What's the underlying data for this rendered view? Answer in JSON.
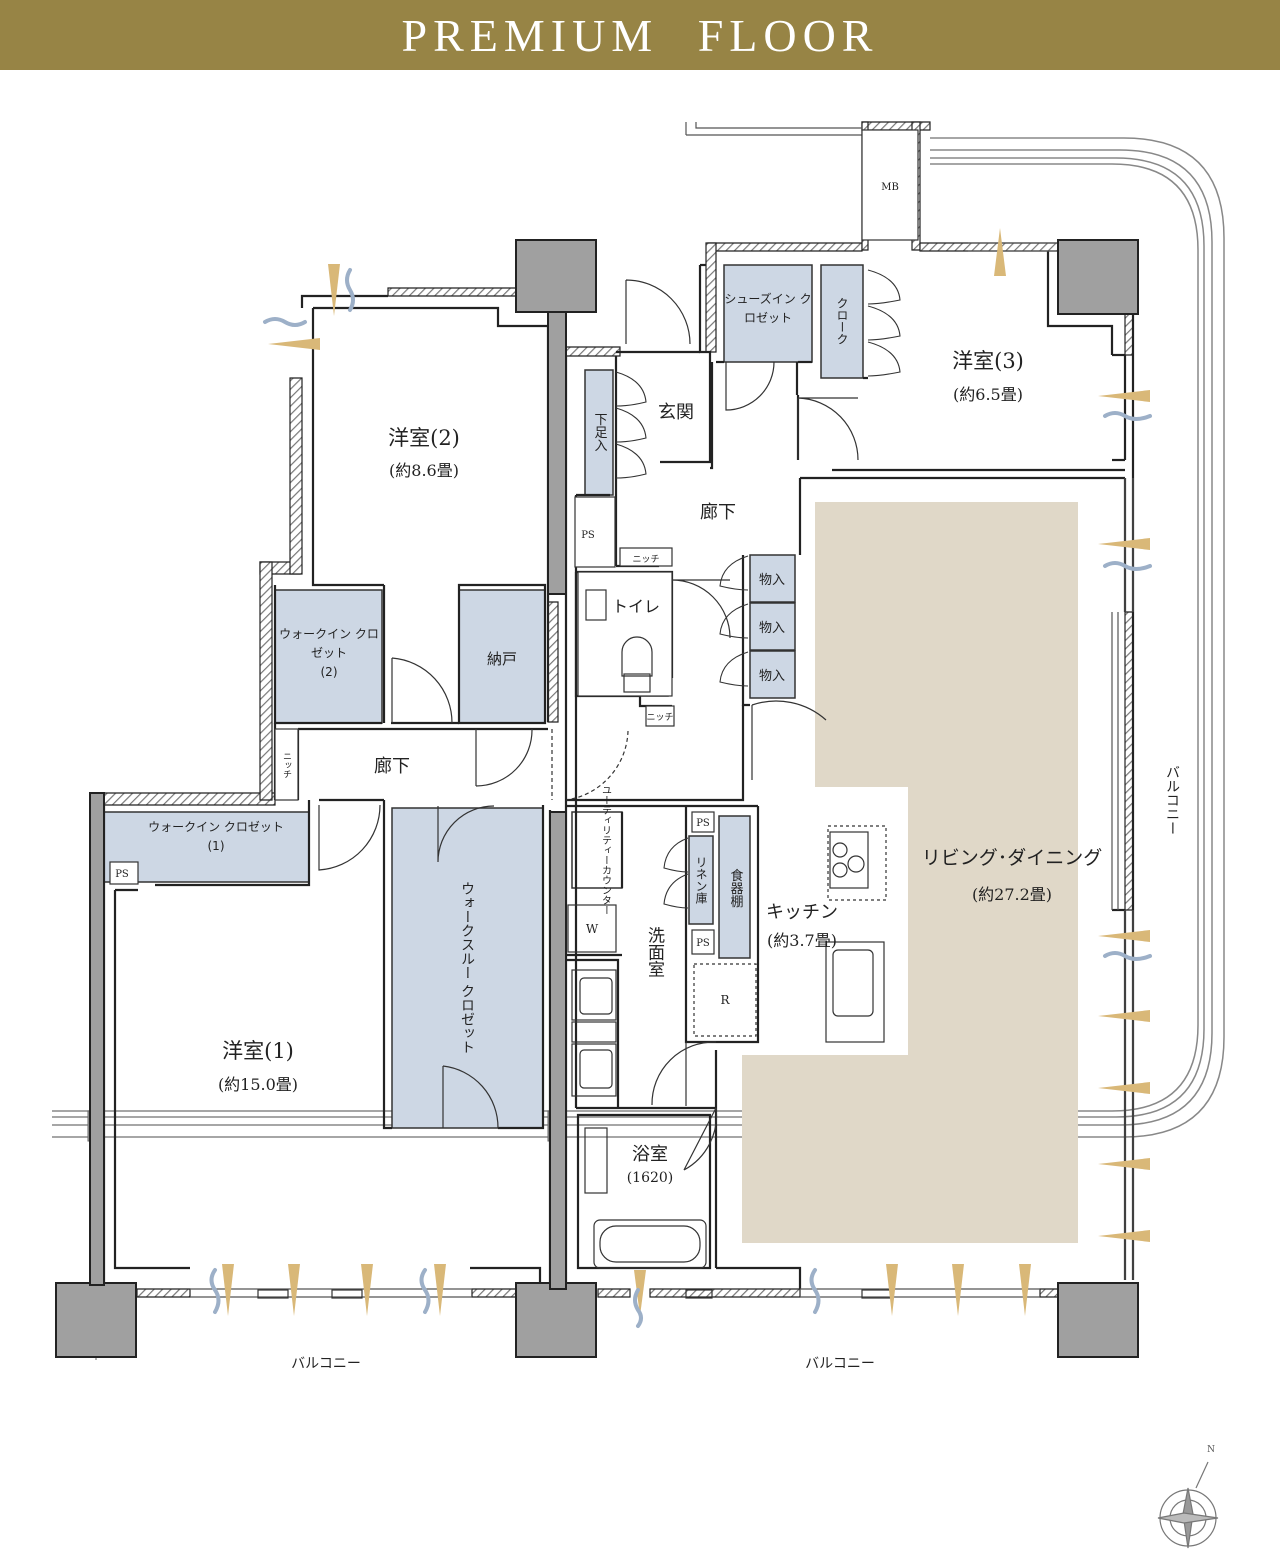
{
  "header": {
    "title": "PREMIUM FLOOR"
  },
  "colors": {
    "banner": "#978445",
    "storage": "#cdd7e4",
    "living_floor": "#e0d8c8",
    "wall": "#222222",
    "hatch": "#9a9a9a",
    "column": "#a0a0a0",
    "vent_tan": "#d9b878",
    "vent_blue": "#9db0c8"
  },
  "rooms": {
    "western_2": {
      "name": "洋室(2)",
      "size": "(約8.6畳)"
    },
    "western_3": {
      "name": "洋室(3)",
      "size": "(約6.5畳)"
    },
    "western_1": {
      "name": "洋室(1)",
      "size": "(約15.0畳)"
    },
    "living": {
      "name": "リビング･ダイニング",
      "size": "(約27.2畳)"
    },
    "kitchen": {
      "name": "キッチン",
      "size": "(約3.7畳)"
    },
    "bath": {
      "name": "浴室",
      "size": "(1620)"
    },
    "entrance": "玄関",
    "hall_upper": "廊下",
    "hall_lower": "廊下",
    "toilet": "トイレ",
    "washroom": "洗面室",
    "storeroom": "納戸"
  },
  "storage": {
    "shoes_closet": "シューズイン クロゼット",
    "cloak": "クローク",
    "shoe_cabinet": "下足入",
    "wic_2": {
      "name": "ウォークイン クロゼット",
      "num": "(2)"
    },
    "wic_1": {
      "name": "ウォークイン クロゼット",
      "num": "(1)"
    },
    "walk_through": "ウォークスルー クロゼット",
    "closet_1": "物入",
    "closet_2": "物入",
    "closet_3": "物入",
    "utility_counter": "ユーティリティーカウンター",
    "linen": "リネン庫",
    "dish_shelf": "食器棚"
  },
  "fixtures": {
    "mb": "MB",
    "ps_1": "PS",
    "ps_2": "PS",
    "ps_3": "PS",
    "ps_4": "PS",
    "niche_1": "ニッチ",
    "niche_2": "ニッチ",
    "niche_3": "ニッチ",
    "washer": "W",
    "fridge": "R"
  },
  "balconies": {
    "bottom_left": "バルコニー",
    "bottom_right": "バルコニー",
    "right": "バルコニー"
  },
  "compass": {
    "north": "N"
  }
}
